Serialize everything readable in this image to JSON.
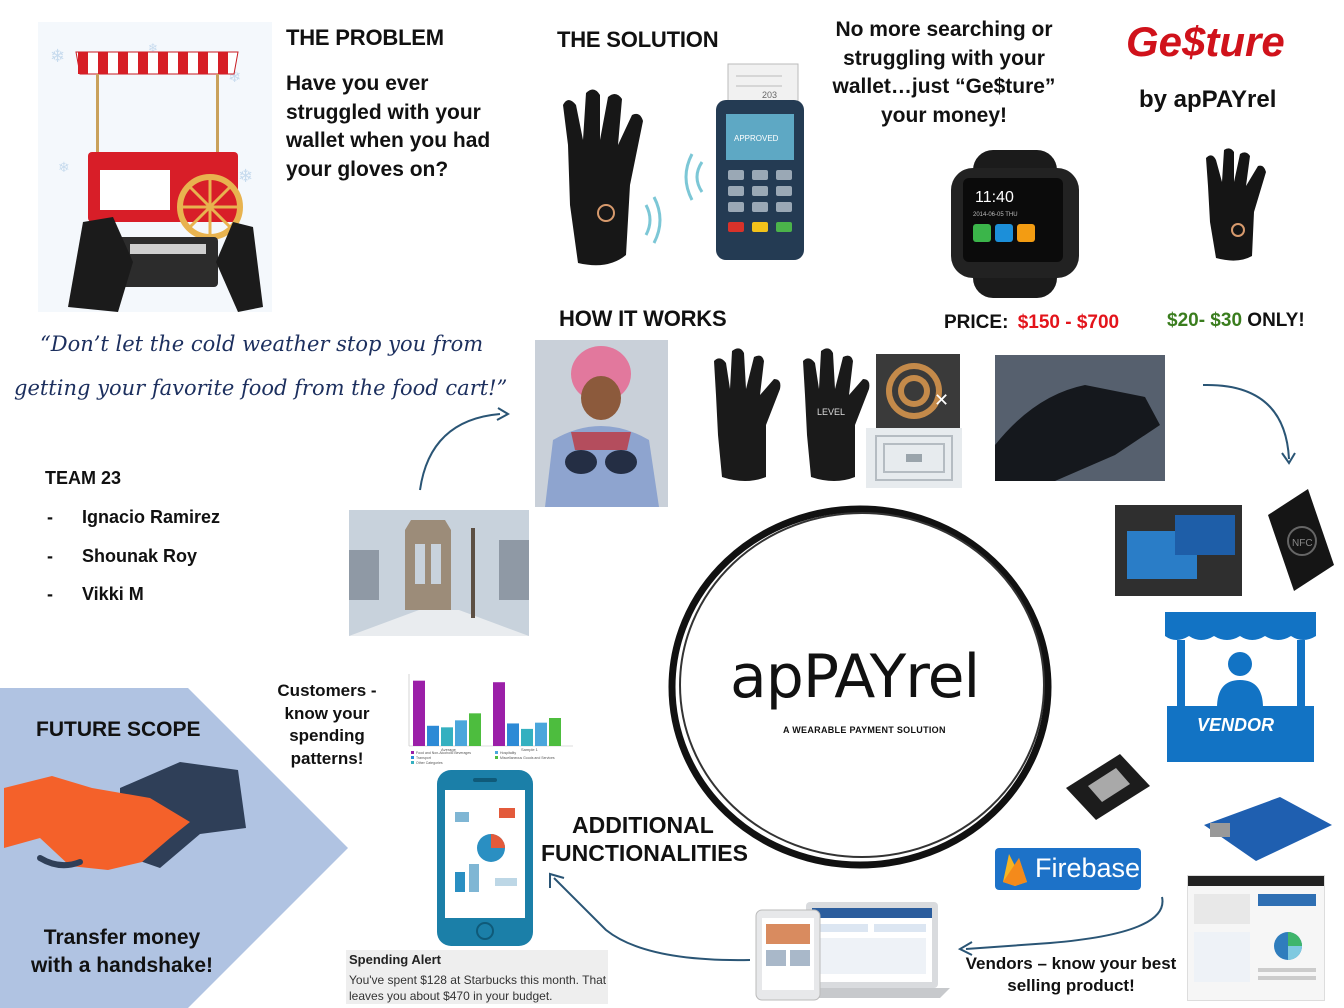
{
  "problem": {
    "heading": "THE PROBLEM",
    "text": "Have you ever struggled with your wallet when you had your gloves on?"
  },
  "solution": {
    "heading": "THE SOLUTION",
    "tagline": "No more searching or struggling with your wallet…just “Ge$ture” your money!",
    "receipt_number": "203",
    "terminal_screen": "APPROVED"
  },
  "brand": {
    "logo": "Ge$ture",
    "byline": "by apPAYrel",
    "logo_color": "#d0121b"
  },
  "watch": {
    "time": "11:40",
    "date": "2014-06-05 THU"
  },
  "price": {
    "label": "PRICE:",
    "watch_range": "$150 - $700",
    "glove_range": "$20- $30",
    "only": "ONLY!",
    "red": "#e3141b",
    "green": "#3a7d1e"
  },
  "how_it_works": {
    "heading": "HOW IT WORKS"
  },
  "quote": {
    "line1": "“Don’t let the cold weather stop you from",
    "line2": "getting your  favorite food from the food cart!”"
  },
  "team": {
    "heading": "TEAM 23",
    "members": [
      "Ignacio Ramirez",
      "Shounak Roy",
      "Vikki M"
    ],
    "bullet": "-"
  },
  "center_logo": {
    "name": "apPAYrel",
    "subtitle": "A WEARABLE PAYMENT SOLUTION"
  },
  "glove_brand": "LEVEL",
  "nfc_label": "NFC",
  "vendor_label": "VENDOR",
  "firebase_label": "Firebase",
  "customers_note": "Customers - know your spending patterns!",
  "vendors_note": "Vendors – know your best selling product!",
  "additional": {
    "line1": "ADDITIONAL",
    "line2": "FUNCTIONALITIES"
  },
  "spending_alert": {
    "title": "Spending Alert",
    "text": "You've spent $128 at Starbucks this month. That leaves you about $470 in your budget."
  },
  "future": {
    "heading": "FUTURE SCOPE",
    "text": "Transfer money with a handshake!",
    "bg": "#b0c3e2"
  },
  "chart_data": {
    "type": "bar",
    "categories": [
      "Average",
      "Sample 1"
    ],
    "series": [
      {
        "values": [
          420,
          410
        ]
      },
      {
        "values": [
          130,
          145
        ]
      },
      {
        "values": [
          120,
          110
        ]
      },
      {
        "values": [
          165,
          150
        ]
      },
      {
        "values": [
          210,
          180
        ]
      }
    ],
    "colors": [
      "#9b1fa8",
      "#2c8ad6",
      "#34b0c0",
      "#4aa6dc",
      "#4dbd3e"
    ],
    "ylim": [
      0,
      450
    ],
    "legend": [
      "Food and Non-Alcoholic Beverages",
      "Transport",
      "Other Categories",
      "Hospitality",
      "Miscellaneous Goods and Services"
    ]
  }
}
